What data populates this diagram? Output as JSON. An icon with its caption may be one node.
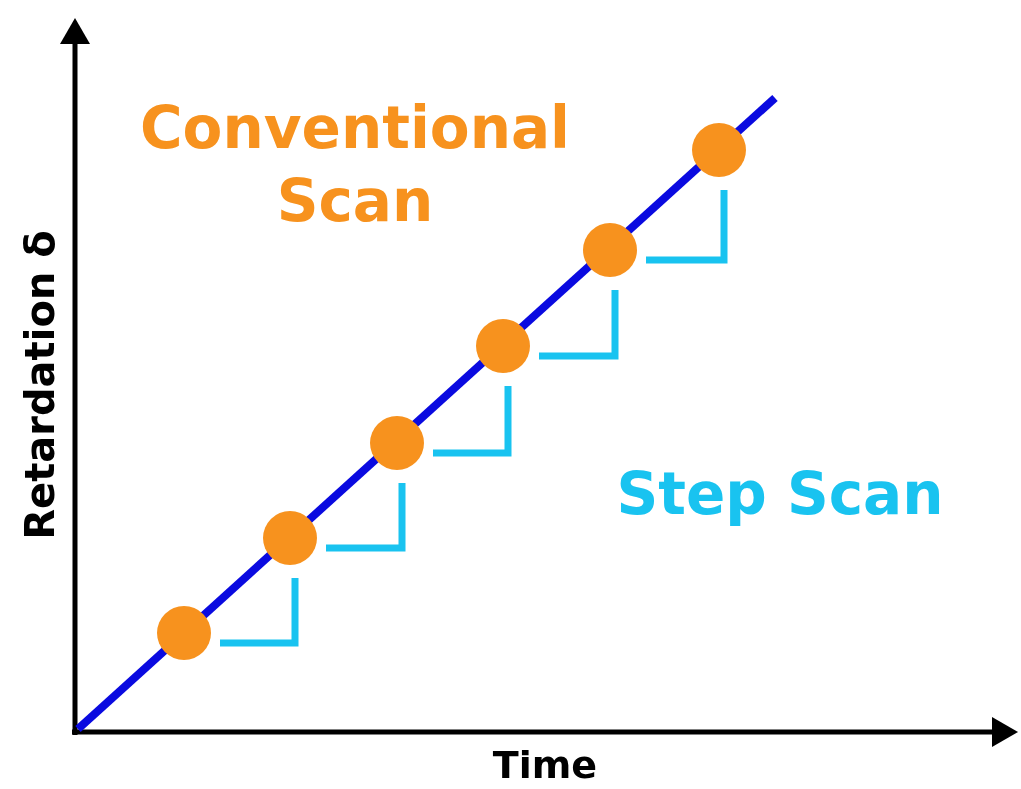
{
  "diagram": {
    "labels": [
      "Conventional Scan",
      "Step Scan",
      "Retardation δ",
      "Time"
    ]
  }
}
